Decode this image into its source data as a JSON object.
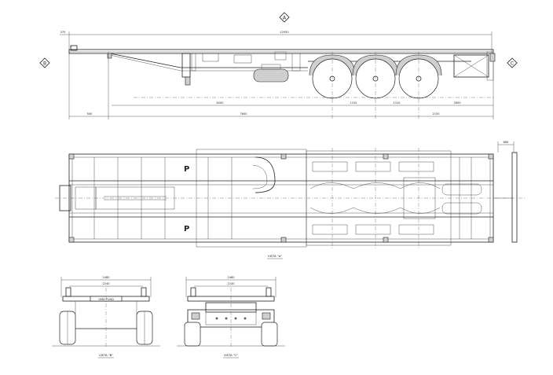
{
  "markers": {
    "a": "A",
    "b": "B",
    "c": "C"
  },
  "dims": {
    "overall_length": "12950",
    "front_overhang": "370",
    "king_pin": "500",
    "wheelbase": "7600",
    "rear": "2150",
    "ground_clear": "6200",
    "axle1": "1310",
    "axle2": "1310",
    "rear_overhang": "2850",
    "lamp_width": "680"
  },
  "views": {
    "plan_label": "VISTA \"A\"",
    "front_label": "VISTA \"B\"",
    "rear_label": "VISTA \"C\"",
    "front_width_outer": "2480",
    "front_width_inner": "2240",
    "rear_width_outer": "2480",
    "rear_width_inner": "2240",
    "plate_text": "OMD FUAD"
  }
}
